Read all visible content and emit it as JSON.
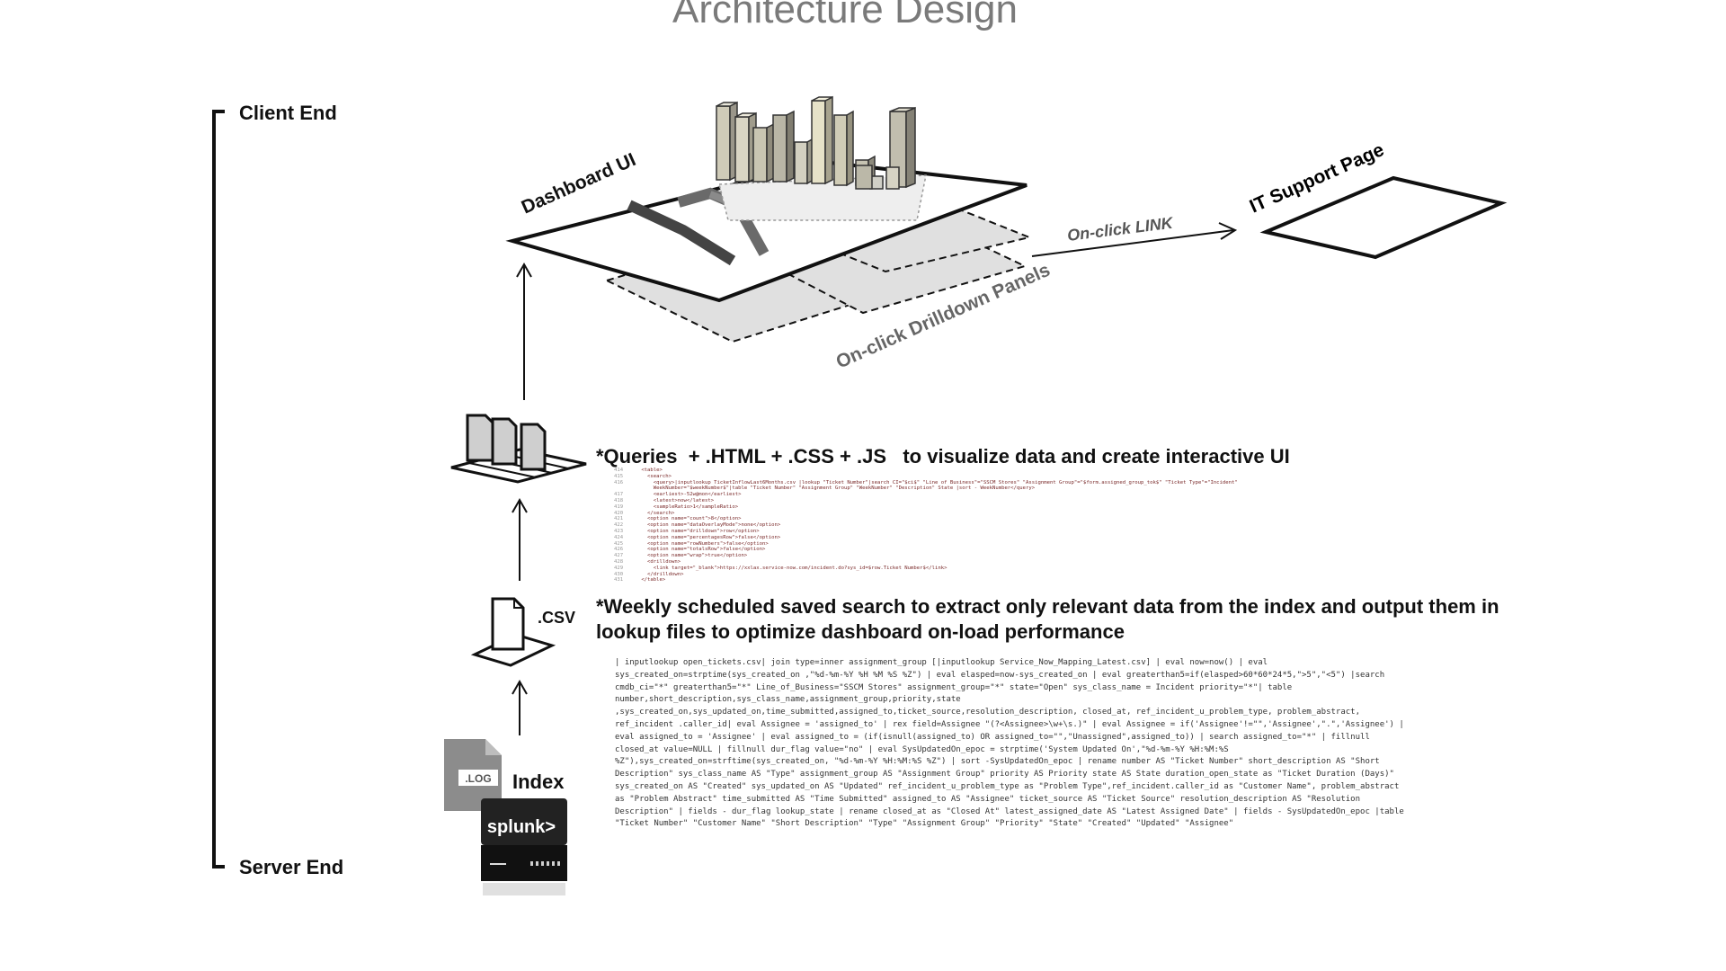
{
  "title": "Architecture Design",
  "side": {
    "client_end": "Client End",
    "server_end": "Server End"
  },
  "labels": {
    "dashboard_ui": "Dashboard UI",
    "it_support_page": "IT Support Page",
    "onclick_link": "On-click  LINK",
    "onclick_drilldown": "On-click Drilldown Panels",
    "csv": ".CSV",
    "index": "Index",
    "log": ".LOG",
    "splunk": "splunk>"
  },
  "descriptions": {
    "queries": "*Queries  + .HTML + .CSS + .JS   to visualize data and create interactive UI",
    "weekly_line1": "*Weekly scheduled saved search to extract only relevant data from the index and output them in",
    "weekly_line2": "lookup files to optimize dashboard on-load performance"
  },
  "code_snippets": {
    "xml_lines": [
      {
        "n": "414",
        "t": "    <table>"
      },
      {
        "n": "415",
        "t": "      <search>"
      },
      {
        "n": "416",
        "t": "        <query>|inputlookup TicketInflowLast6Months.csv |lookup \"Ticket Number\"|search CI=\"$ci$\" \"Line of Business\"=\"SSCM Stores\" \"Assignment Group\"=\"$form.assigned_group_tok$\" \"Ticket Type\"=\"Incident\""
      },
      {
        "n": "",
        "t": "        WeekNumber=\"$weekNumber$\"|table \"Ticket Number\" \"Assignment Group\" \"WeekNumber\" \"Description\" State |sort - WeekNumber</query>"
      },
      {
        "n": "417",
        "t": "        <earliest>-52w@mon</earliest>"
      },
      {
        "n": "418",
        "t": "        <latest>now</latest>"
      },
      {
        "n": "419",
        "t": "        <sampleRatio>1</sampleRatio>"
      },
      {
        "n": "420",
        "t": "      </search>"
      },
      {
        "n": "421",
        "t": "      <option name=\"count\">8</option>"
      },
      {
        "n": "422",
        "t": "      <option name=\"dataOverlayMode\">none</option>"
      },
      {
        "n": "423",
        "t": "      <option name=\"drilldown\">row</option>"
      },
      {
        "n": "424",
        "t": "      <option name=\"percentagesRow\">false</option>"
      },
      {
        "n": "425",
        "t": "      <option name=\"rowNumbers\">false</option>"
      },
      {
        "n": "426",
        "t": "      <option name=\"totalsRow\">false</option>"
      },
      {
        "n": "427",
        "t": "      <option name=\"wrap\">true</option>"
      },
      {
        "n": "428",
        "t": "      <drilldown>"
      },
      {
        "n": "429",
        "t": "        <link target=\"_blank\">https://xxlax.service-now.com/incident.do?sys_id=$row.Ticket Number$</link>"
      },
      {
        "n": "430",
        "t": "      </drilldown>"
      },
      {
        "n": "431",
        "t": "    </table>"
      }
    ],
    "spl_query": "| inputlookup open_tickets.csv| join type=inner assignment_group  [|inputlookup Service_Now_Mapping_Latest.csv] | eval now=now() | eval sys_created_on=strptime(sys_created_on ,\"%d-%m-%Y %H %M %S %Z\") | eval elasped=now-sys_created_on | eval greaterthan5=if(elasped>60*60*24*5,\">5\",\"<5\") |search cmdb_ci=\"*\" greaterthan5=\"*\" Line_of_Business=\"SSCM Stores\" assignment_group=\"*\" state=\"Open\"  sys_class_name = Incident priority=\"*\"| table number,short_description,sys_class_name,assignment_group,priority,state ,sys_created_on,sys_updated_on,time_submitted,assigned_to,ticket_source,resolution_description, closed_at, ref_incident_u_problem_type, problem_abstract, ref_incident .caller_id| eval Assignee = 'assigned_to' | rex field=Assignee \"(?<Assignee>\\w+\\s.)\" | eval Assignee = if('Assignee'!=\"\",'Assignee',\".\",'Assignee') | eval assigned_to = 'Assignee' | eval assigned_to = (if(isnull(assigned_to) OR assigned_to=\"\",\"Unassigned\",assigned_to)) | search assigned_to=\"*\"  | fillnull closed_at value=NULL | fillnull dur_flag value=\"no\" | eval SysUpdatedOn_epoc = strptime('System Updated On',\"%d-%m-%Y %H:%M:%S %Z\"),sys_created_on=strftime(sys_created_on, \"%d-%m-%Y %H:%M:%S %Z\") | sort -SysUpdatedOn_epoc | rename number AS \"Ticket Number\" short_description AS \"Short Description\" sys_class_name AS \"Type\" assignment_group AS \"Assignment Group\" priority AS Priority state AS State duration_open_state as \"Ticket Duration (Days)\" sys_created_on AS \"Created\" sys_updated_on AS \"Updated\" ref_incident_u_problem_type as \"Problem Type\",ref_incident.caller_id as \"Customer Name\", problem_abstract as \"Problem Abstract\" time_submitted AS \"Time Submitted\" assigned_to AS \"Assignee\" ticket_source AS \"Ticket Source\" resolution_description AS \"Resolution Description\" | fields - dur_flag lookup_state | rename closed_at as \"Closed At\" latest_assigned_date AS \"Latest Assigned Date\" | fields - SysUpdatedOn_epoc |table \"Ticket Number\" \"Customer Name\" \"Short Description\" \"Type\" \"Assignment Group\"  \"Priority\" \"State\" \"Created\" \"Updated\" \"Assignee\""
  },
  "colors": {
    "title_gray": "#7a7a7a",
    "panel_gray": "#dcdcdc",
    "line_dark": "#111111",
    "splunk_dark": "#1a1a1a"
  },
  "icons": [
    "file-stack-icon",
    "csv-file-icon",
    "log-file-icon",
    "splunk-server-icon",
    "bar-chart-icon"
  ]
}
